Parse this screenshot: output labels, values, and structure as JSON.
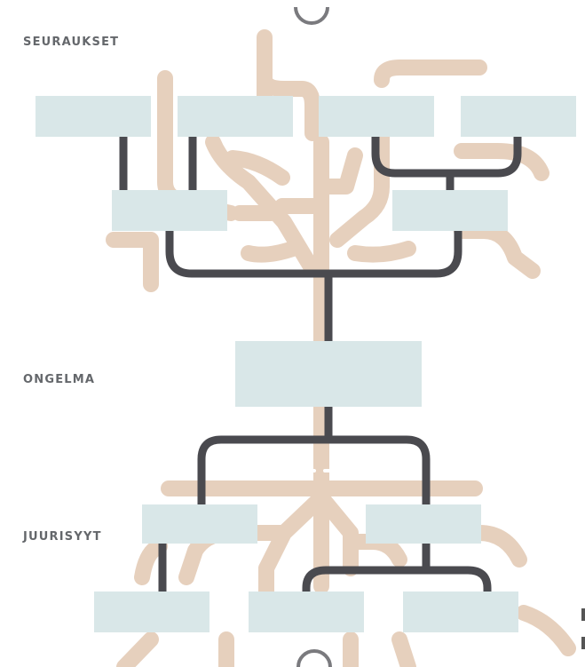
{
  "labels": {
    "seuraukset": "SEURAUKSET",
    "ongelma": "ONGELMA",
    "juurisyyt": "JUURISYYT"
  },
  "colors": {
    "box": "#d9e7e8",
    "connector": "#4a4a4f",
    "roots_branches": "#e4cdb9",
    "label_text": "#4a4d52",
    "background": "#ffffff"
  },
  "diagram": {
    "type": "problem-tree",
    "consequence_boxes": 6,
    "problem_boxes": 1,
    "root_cause_boxes": 5,
    "box_text": ""
  }
}
